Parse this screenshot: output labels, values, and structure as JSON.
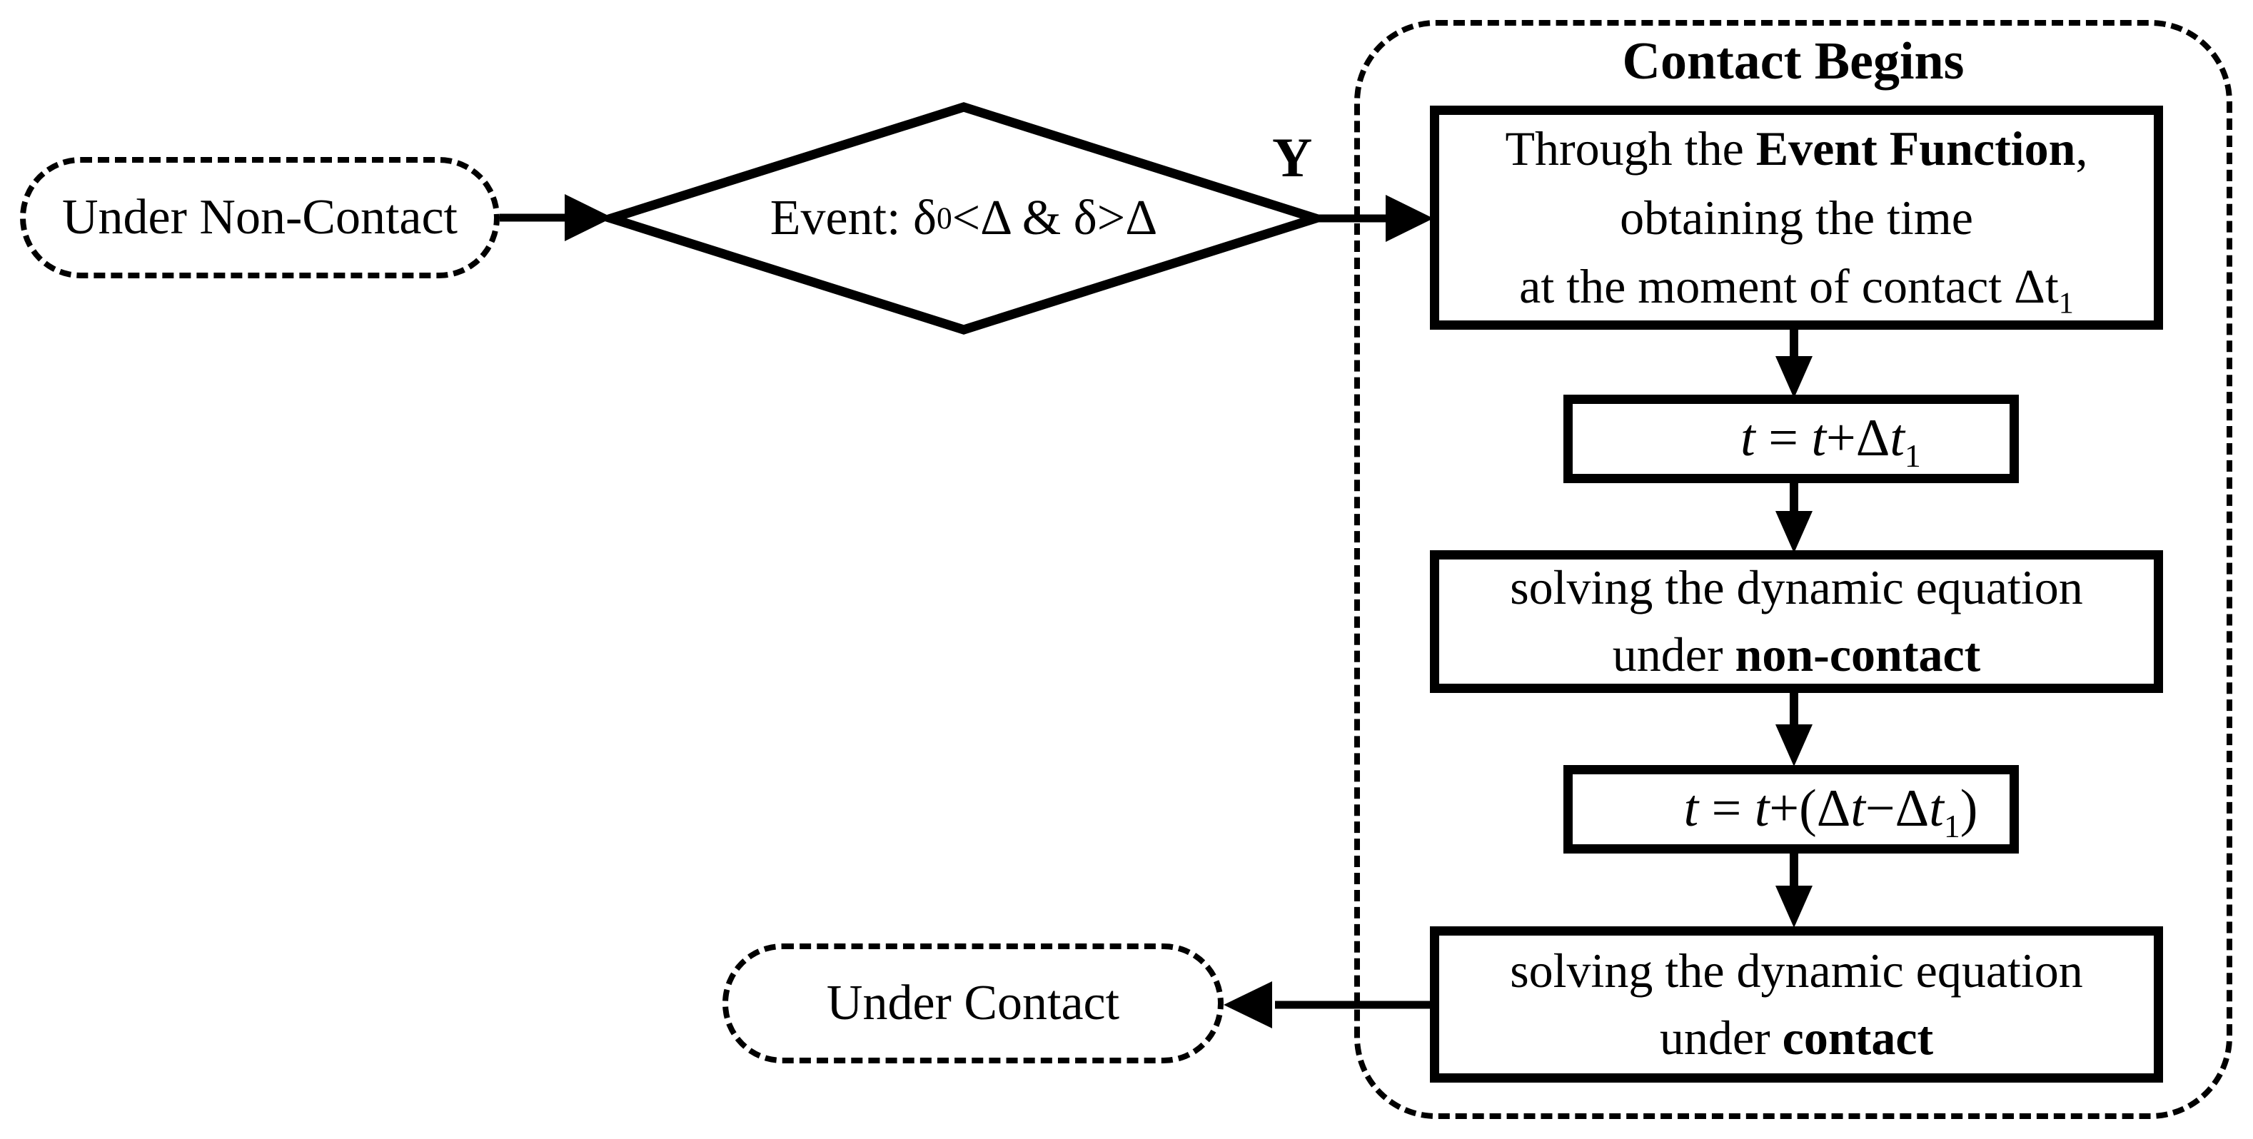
{
  "colors": {
    "ink": "#000000",
    "paper": "#ffffff"
  },
  "flowchart": {
    "start": {
      "label": "Under Non-Contact"
    },
    "decision": {
      "text_pre": "Event: δ",
      "text_sub": "0",
      "text_post": "<Δ & δ>Δ"
    },
    "branch_yes_label": "Y",
    "contact_begins": {
      "title": "Contact Begins",
      "event_function_box": {
        "line1_pre": "Through the ",
        "line1_bold": "Event Function",
        "line1_post": ",",
        "line2": "obtaining the time",
        "line3_pre": "at the moment of contact Δt",
        "line3_sub": "1"
      },
      "time_update_box_1": {
        "t1": "t",
        "equals": " = ",
        "t2": "t",
        "plus_delta": "+Δ",
        "t3": "t",
        "sub": "1"
      },
      "solve_noncontact_box": {
        "line1": "solving the dynamic equation",
        "line2_pre": "under ",
        "line2_bold": "non-contact"
      },
      "time_update_box_2": {
        "t1": "t",
        "equals": " = ",
        "t2": "t",
        "open": "+(Δ",
        "t3": "t",
        "minus_delta": "−Δ",
        "t4": "t",
        "sub": "1",
        "close": ")"
      },
      "solve_contact_box": {
        "line1": "solving the dynamic equation",
        "line2_pre": "under ",
        "line2_bold": "contact"
      }
    },
    "end": {
      "label": "Under Contact"
    }
  }
}
